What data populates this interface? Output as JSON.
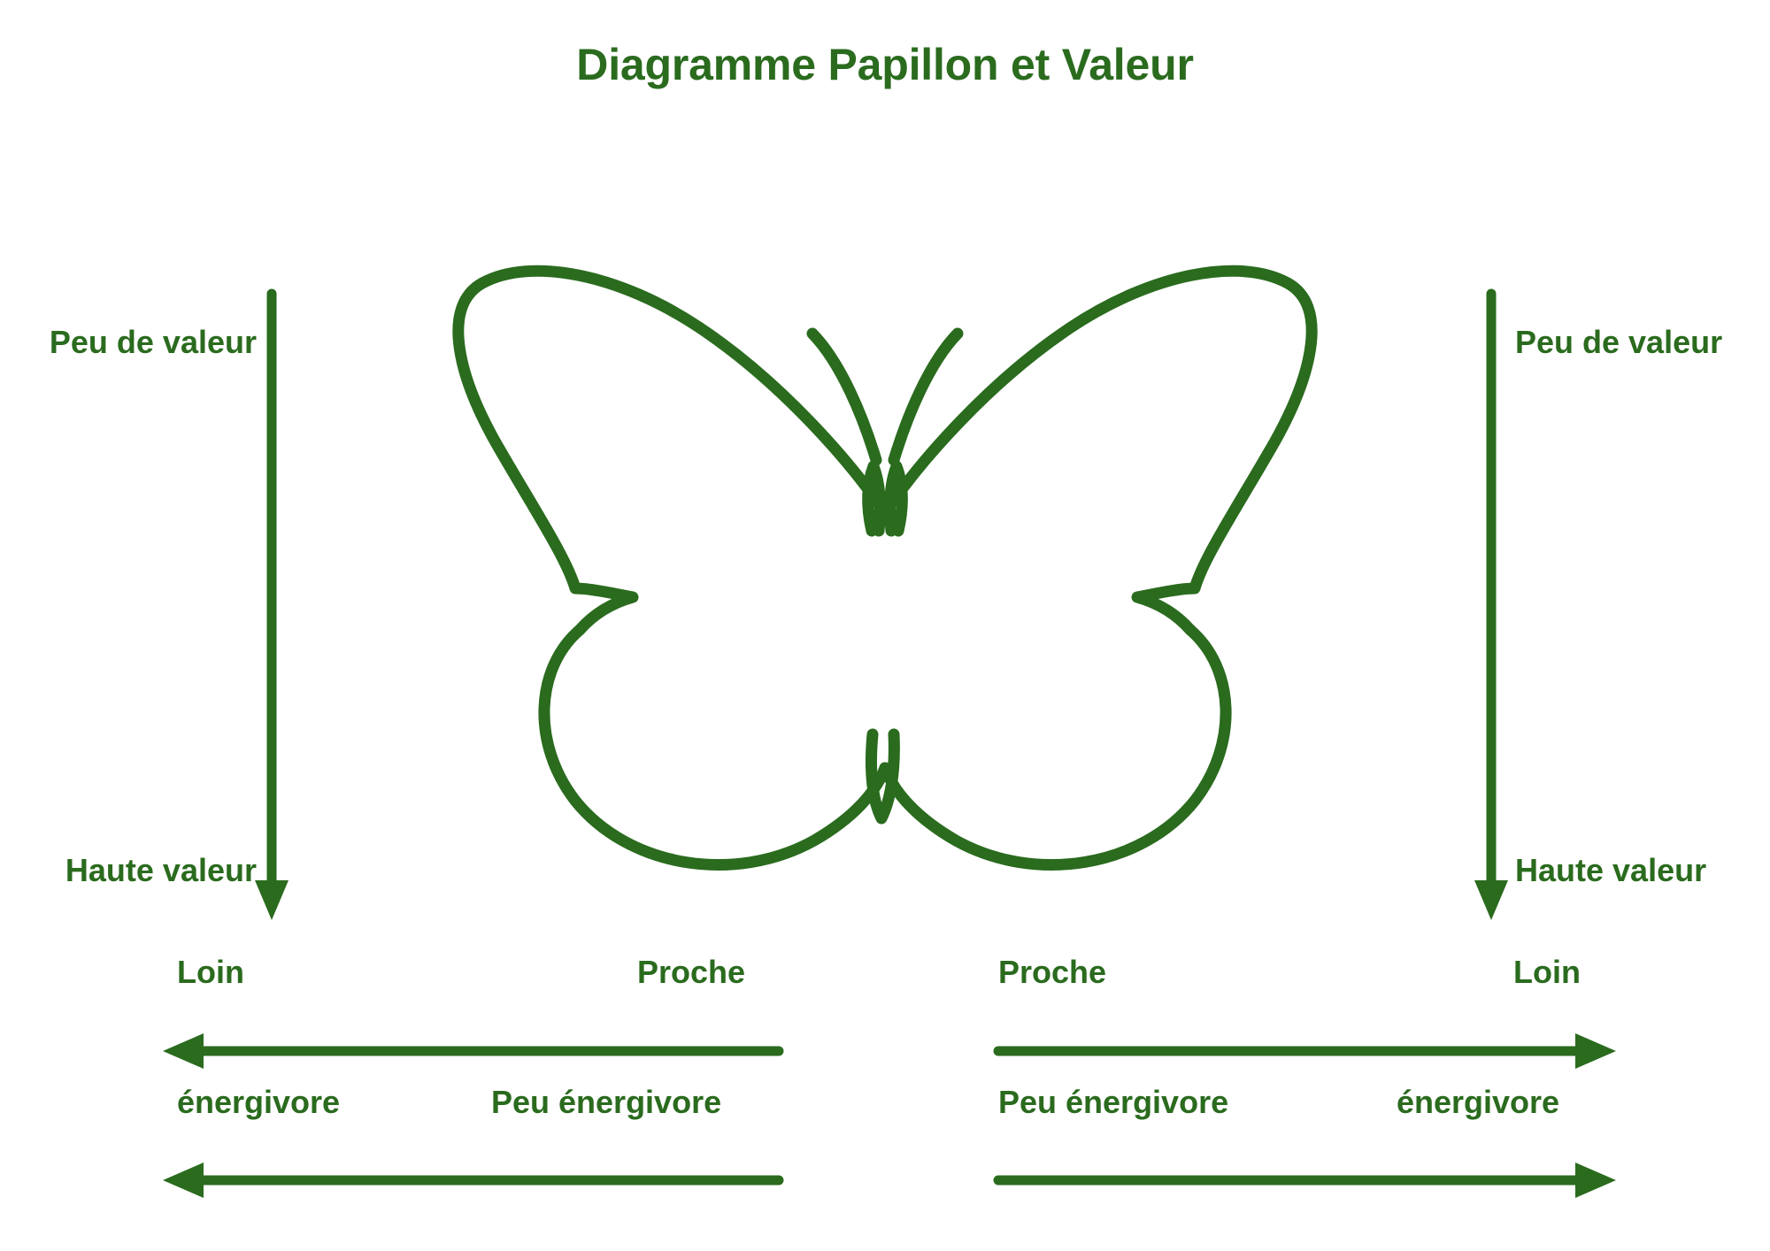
{
  "page": {
    "title": "Diagramme Papillon et Valeur",
    "accent_color": "#2a6b1e",
    "background_color": "#ffffff"
  },
  "illustration": {
    "name": "butterfly-outline",
    "icon": "butterfly-icon",
    "description": "Contour de papillon, ailes ouvertes, deux antennes"
  },
  "left_axis": {
    "name": "axe-valeur-gauche",
    "direction": "down",
    "top_label": "Peu de valeur",
    "bottom_label": "Haute valeur"
  },
  "right_axis": {
    "name": "axe-valeur-droite",
    "direction": "down",
    "top_label": "Peu de valeur",
    "bottom_label": "Haute valeur"
  },
  "left_scales": [
    {
      "name": "echelle-distance-gauche",
      "arrow_direction": "left",
      "start_label": "Loin",
      "end_label": "Proche"
    },
    {
      "name": "echelle-energie-gauche",
      "arrow_direction": "left",
      "start_label": "énergivore",
      "end_label": "Peu énergivore"
    }
  ],
  "right_scales": [
    {
      "name": "echelle-distance-droite",
      "arrow_direction": "right",
      "start_label": "Proche",
      "end_label": "Loin"
    },
    {
      "name": "echelle-energie-droite",
      "arrow_direction": "right",
      "start_label": "Peu énergivore",
      "end_label": "énergivore"
    }
  ]
}
